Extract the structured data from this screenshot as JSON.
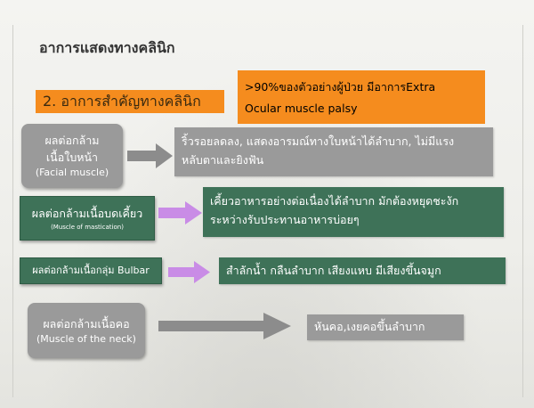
{
  "slide": {
    "title": "อาการแสดงทางคลินิก",
    "section_label": "2. อาการสำคัญทางคลินิก",
    "note_line1": ">90%ของตัวอย่างผู้ป่วย มีอาการExtra",
    "note_line2": "Ocular muscle palsy"
  },
  "rows": [
    {
      "label_line1": "ผลต่อกล้าม",
      "label_line2": "เนื้อใบหน้า",
      "label_en": "(Facial muscle)",
      "desc_line1": "ริ้วรอยลดลง, แสดงอารมณ์ทางใบหน้าได้ลำบาก, ไม่มีแรง",
      "desc_line2": "หลับตาและยิงฟัน"
    },
    {
      "label_line1": "ผลต่อกล้ามเนื้อบดเคี้ยว",
      "label_en": "(Muscle of mastication)",
      "desc_line1": "เคี้ยวอาหารอย่างต่อเนื่องได้ลำบาก มักต้องหยุดชะงัก",
      "desc_line2": "ระหว่างรับประทานอาหารบ่อยๆ"
    },
    {
      "label_line1": "ผลต่อกล้ามเนื้อกลุ่ม Bulbar",
      "desc_line1": "สำลักน้ำ กลืนลำบาก เสียงแหบ มีเสียงขึ้นจมูก"
    },
    {
      "label_line1": "ผลต่อกล้ามเนื้อคอ",
      "label_en": "(Muscle of the neck)",
      "desc_line1": "หันคอ,เงยคอขึ้นลำบาก"
    }
  ],
  "colors": {
    "orange": "#f58c1e",
    "gray": "#9a9a9a",
    "green": "#3e7258",
    "arrow_gray": "#8c8c8c",
    "arrow_violet": "#c98ce6"
  }
}
